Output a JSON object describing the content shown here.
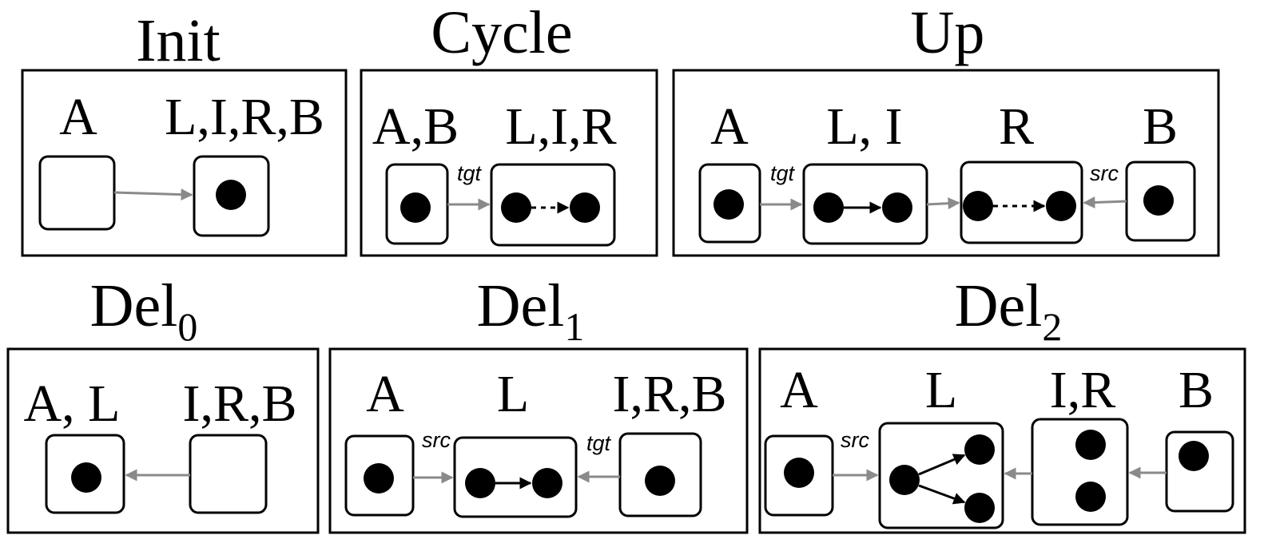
{
  "panels": {
    "init": {
      "title": "Init",
      "labels": [
        "A",
        "L,I,R,B"
      ]
    },
    "cycle": {
      "title": "Cycle",
      "labels": [
        "A,B",
        "L,I,R"
      ],
      "edges": [
        "tgt"
      ]
    },
    "up": {
      "title": "Up",
      "labels": [
        "A",
        "L, I",
        "R",
        "B"
      ],
      "edges": [
        "tgt",
        "src"
      ]
    },
    "del0": {
      "title": "Del",
      "subscript": "0",
      "labels": [
        "A, L",
        "I,R,B"
      ]
    },
    "del1": {
      "title": "Del",
      "subscript": "1",
      "labels": [
        "A",
        "L",
        "I,R,B"
      ],
      "edges": [
        "src",
        "tgt"
      ]
    },
    "del2": {
      "title": "Del",
      "subscript": "2",
      "labels": [
        "A",
        "L",
        "I,R",
        "B"
      ],
      "edges": [
        "src"
      ]
    }
  },
  "colors": {
    "stroke": "#000000",
    "arrow_gray": "#8a8a8a",
    "background": "#ffffff"
  }
}
